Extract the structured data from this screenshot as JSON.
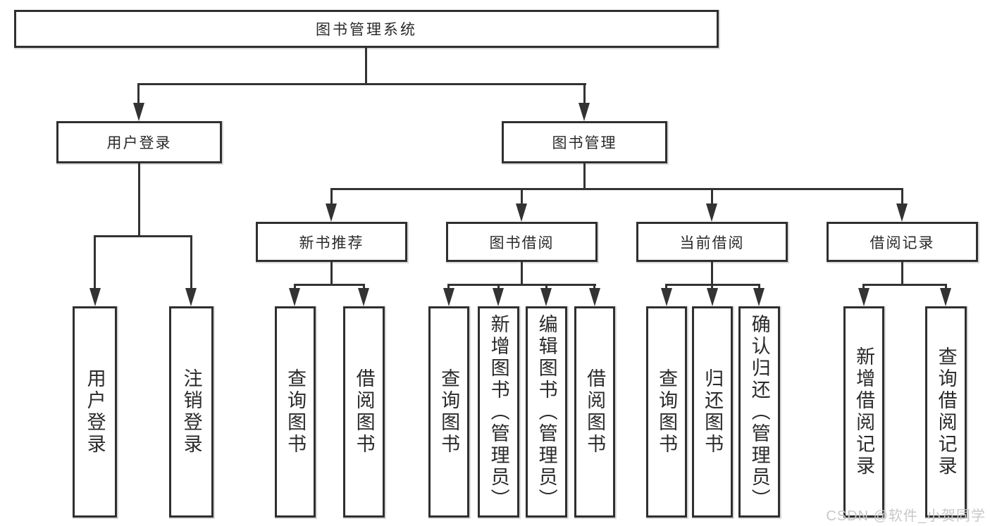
{
  "colors": {
    "line": "#333333",
    "border": "#2f2f2f",
    "text": "#2a2a2a",
    "background": "#ffffff",
    "watermark": "#c8c8c8"
  },
  "watermark": {
    "text": "CSDN @软件_小贺同学"
  },
  "tree": {
    "label": "图书管理系统",
    "children": [
      {
        "label": "用户登录",
        "children": [
          {
            "label": "用户登录"
          },
          {
            "label": "注销登录"
          }
        ]
      },
      {
        "label": "图书管理",
        "children": [
          {
            "label": "新书推荐",
            "children": [
              {
                "label": "查询图书"
              },
              {
                "label": "借阅图书"
              }
            ]
          },
          {
            "label": "图书借阅",
            "children": [
              {
                "label": "查询图书"
              },
              {
                "label": "新增图书（管理员）"
              },
              {
                "label": "编辑图书（管理员）"
              },
              {
                "label": "借阅图书"
              }
            ]
          },
          {
            "label": "当前借阅",
            "children": [
              {
                "label": "查询图书"
              },
              {
                "label": "归还图书"
              },
              {
                "label": "确认归还（管理员）"
              }
            ]
          },
          {
            "label": "借阅记录",
            "children": [
              {
                "label": "新增借阅记录"
              },
              {
                "label": "查询借阅记录"
              }
            ]
          }
        ]
      }
    ]
  }
}
